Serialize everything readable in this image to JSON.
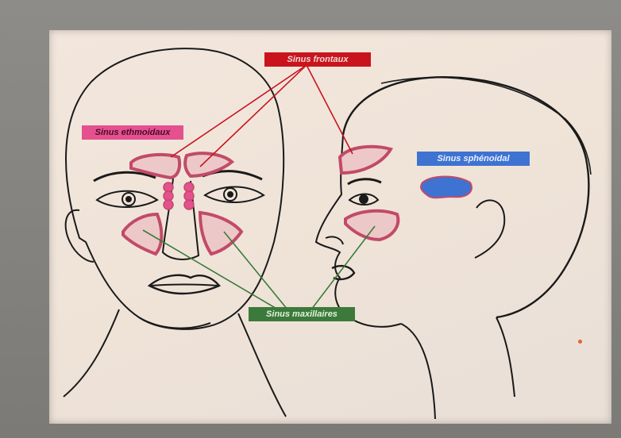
{
  "labels": {
    "frontal": "Sinus frontaux",
    "ethmoid": "Sinus ethmoidaux",
    "sphenoid": "Sinus sphénoidal",
    "maxillary": "Sinus maxillaires"
  },
  "colors": {
    "frontal": "#c9141e",
    "ethmoid": "#e4518e",
    "sphenoid": "#3f73d1",
    "maxillary": "#3c7a3c",
    "sinus_outline": "#c24a68",
    "sinus_fill": "#ecc9c8",
    "ink": "#1a1a1a",
    "accent_dot": "#d9682c"
  }
}
